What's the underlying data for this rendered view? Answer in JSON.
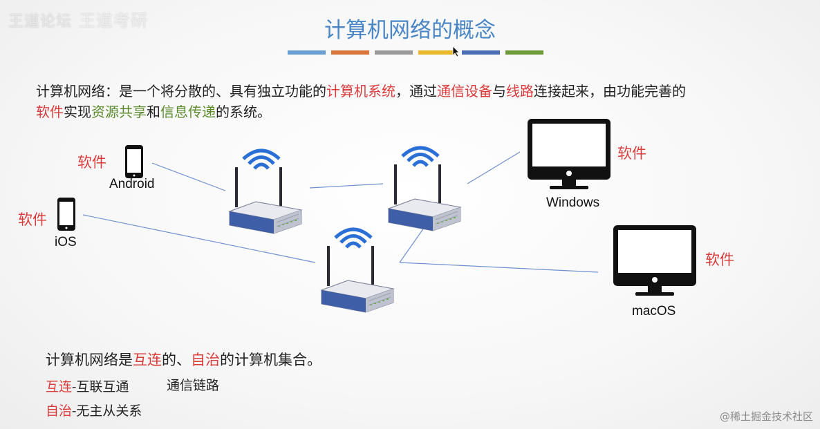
{
  "watermark": {
    "brand": "王道论坛",
    "faint": "王道考研",
    "corner": "@稀土掘金技术社区"
  },
  "title": "计算机网络的概念",
  "colors": {
    "title": "#4a86c5",
    "red": "#d93b3b",
    "green": "#5a8a2b",
    "bars": [
      "#6a9fd4",
      "#d9763a",
      "#9a9a9a",
      "#e8b82a",
      "#4a6fb5",
      "#6f9a3a"
    ]
  },
  "definition": {
    "p1": "计算机网络：是一个将分散的、具有独立功能的",
    "hl1": "计算机系统",
    "p2": "，通过",
    "hl2": "通信设备",
    "p3": "与",
    "hl3": "线路",
    "p4": "连接起来，由功能完善的",
    "hl4": "软件",
    "p5": "实现",
    "hl5": "资源共享",
    "p6": "和",
    "hl6": "信息传递",
    "p7": "的系统。"
  },
  "diagram": {
    "software_label": "软件",
    "android": "Android",
    "ios": "iOS",
    "windows": "Windows",
    "macos": "macOS"
  },
  "summary": {
    "s1": "计算机网络是",
    "s2": "互连",
    "s3": "的、",
    "s4": "自治",
    "s5": "的计算机集合。",
    "l1a": "互连",
    "l1b": "-互联互通",
    "l1c": "通信链路",
    "l2a": "自治",
    "l2b": "-无主从关系"
  }
}
